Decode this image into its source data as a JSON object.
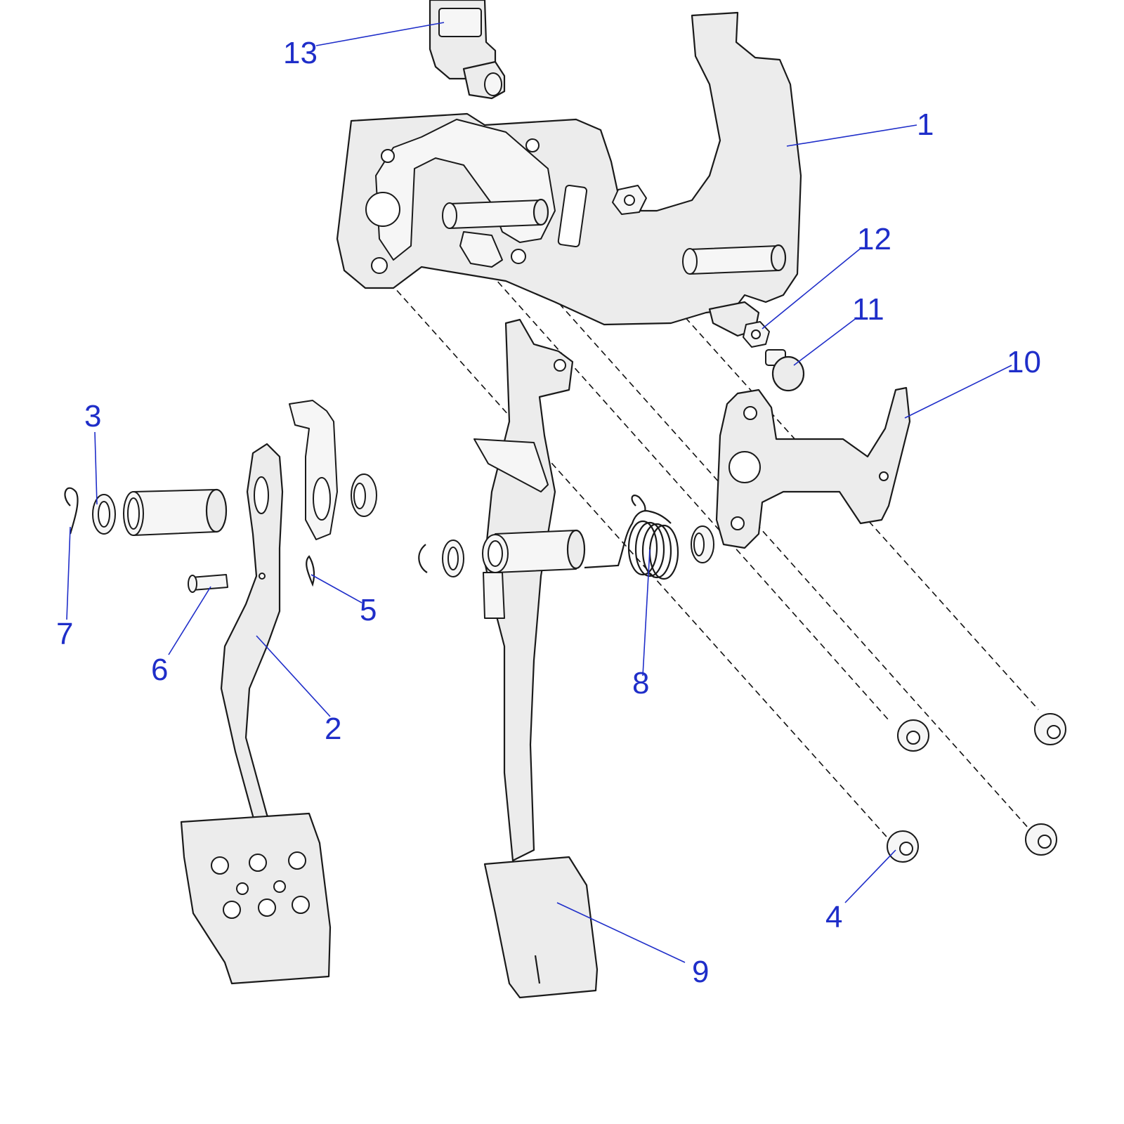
{
  "diagram": {
    "callouts": [
      {
        "id": "1",
        "label": "1"
      },
      {
        "id": "2",
        "label": "2"
      },
      {
        "id": "3",
        "label": "3"
      },
      {
        "id": "4",
        "label": "4"
      },
      {
        "id": "5",
        "label": "5"
      },
      {
        "id": "6",
        "label": "6"
      },
      {
        "id": "7",
        "label": "7"
      },
      {
        "id": "8",
        "label": "8"
      },
      {
        "id": "9",
        "label": "9"
      },
      {
        "id": "10",
        "label": "10"
      },
      {
        "id": "11",
        "label": "11"
      },
      {
        "id": "12",
        "label": "12"
      },
      {
        "id": "13",
        "label": "13"
      }
    ],
    "colors": {
      "callout": "#1f2ec9",
      "part_fill": "#ececec",
      "outline": "#1a1a1a"
    }
  }
}
